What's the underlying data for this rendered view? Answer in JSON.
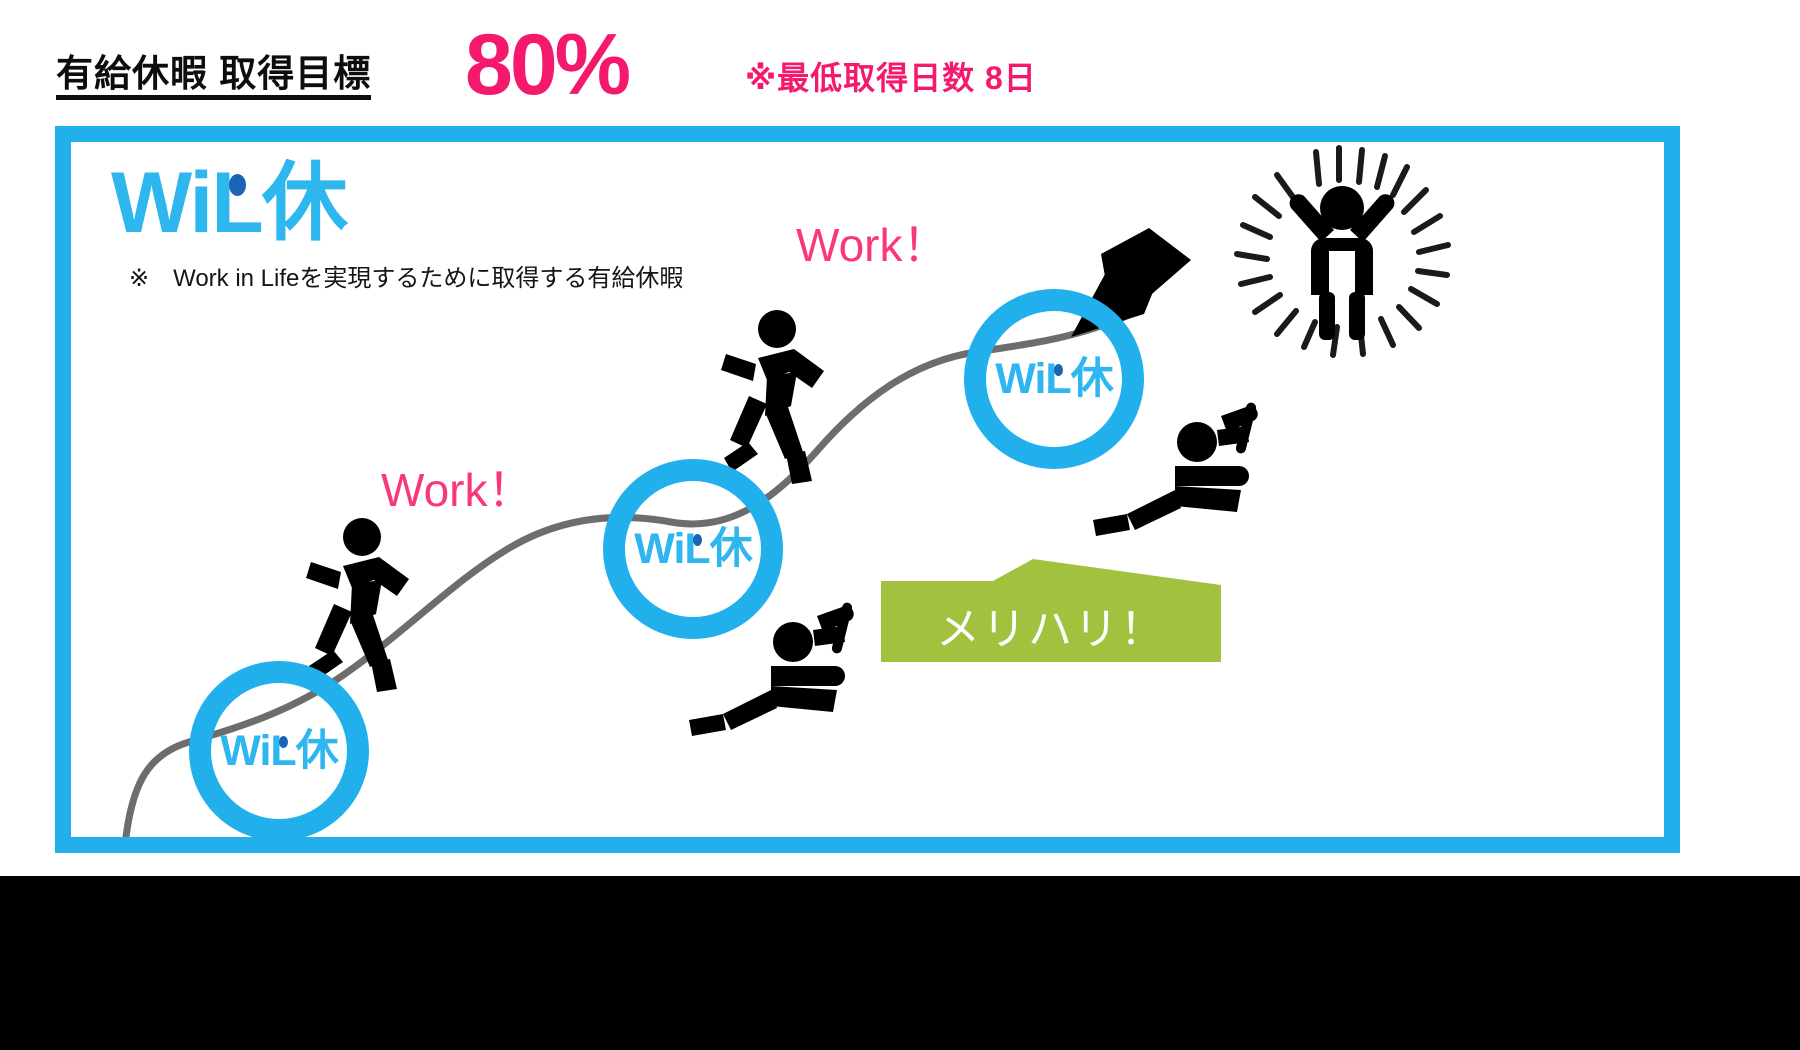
{
  "header": {
    "goal_label": "有給休暇 取得目標",
    "percent": "80%",
    "note": "※最低取得日数 8日",
    "percent_color": "#f5196e",
    "note_color": "#f5196e"
  },
  "panel": {
    "border_color": "#21b0ec",
    "logo": {
      "title": "WiL休",
      "title_color": "#2eb6ef",
      "dot_color": "#1b64b5",
      "subtitle": "※　Work in Lifeを実現するために取得する有給休暇"
    },
    "work_labels": [
      {
        "text": "Work！",
        "color": "#f9387c"
      },
      {
        "text": "Work！",
        "color": "#f9387c"
      }
    ],
    "milestones": [
      {
        "label": "WiL休",
        "ring_color": "#21b0ec",
        "text_color": "#2eb6ef"
      },
      {
        "label": "WiL休",
        "ring_color": "#21b0ec",
        "text_color": "#2eb6ef"
      },
      {
        "label": "WiL休",
        "ring_color": "#21b0ec",
        "text_color": "#2eb6ef"
      }
    ],
    "banner": {
      "text": "メリハリ！",
      "fill_color": "#a2c13f",
      "text_color": "#ffffff"
    },
    "icons": [
      {
        "name": "running-person-icon",
        "color": "#000000"
      },
      {
        "name": "running-person-icon",
        "color": "#000000"
      },
      {
        "name": "relaxing-person-icon",
        "color": "#000000"
      },
      {
        "name": "relaxing-person-icon",
        "color": "#000000"
      },
      {
        "name": "celebrating-person-icon",
        "color": "#000000"
      },
      {
        "name": "upward-arrow-icon",
        "color": "#000000"
      },
      {
        "name": "progress-curve-icon",
        "color": "#6d6d6d"
      }
    ]
  },
  "bottom_bar": {
    "color": "#000000"
  }
}
